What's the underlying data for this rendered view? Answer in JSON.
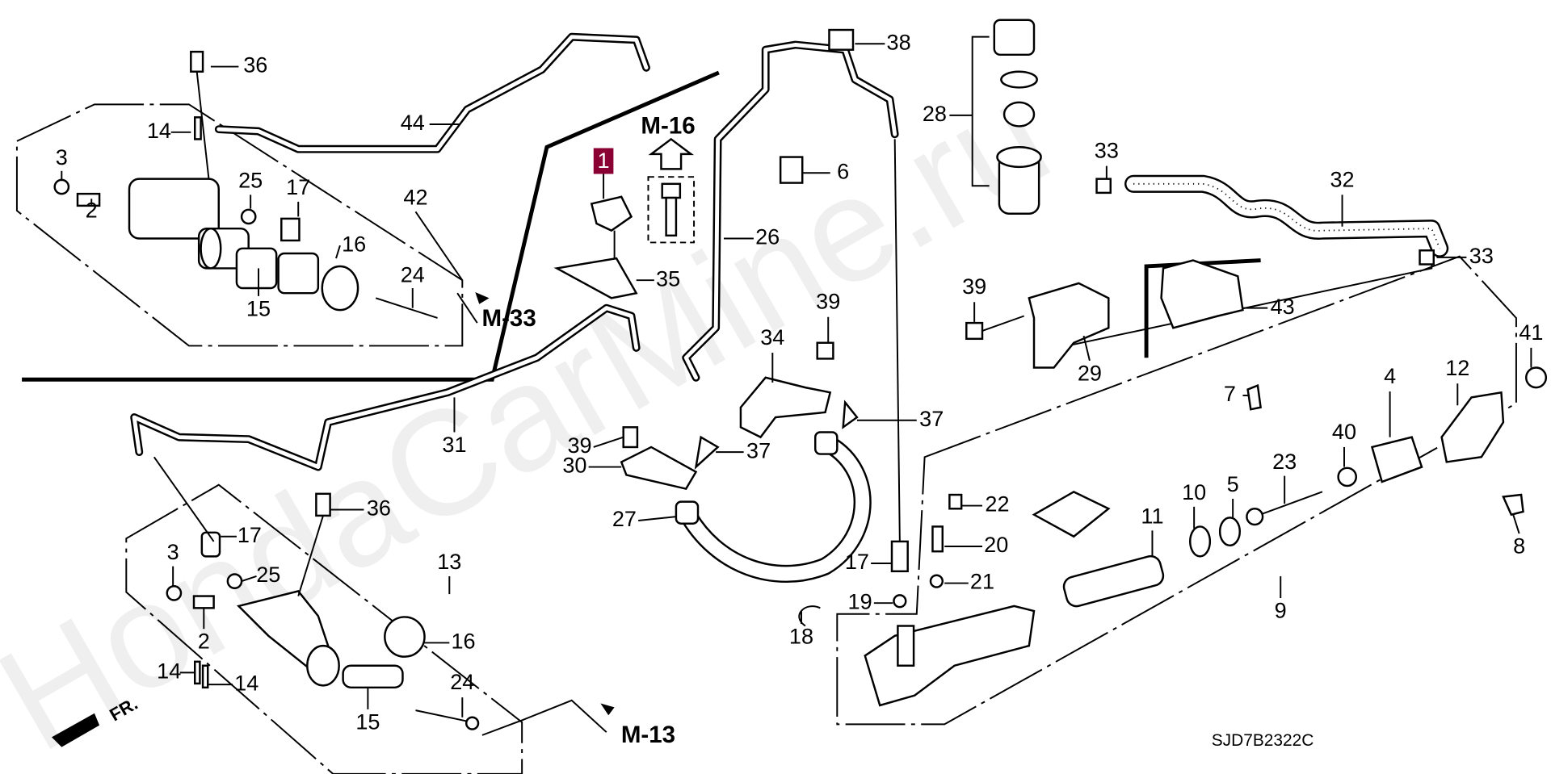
{
  "diagram_code": "SJD7B2322C",
  "watermark": "HondaCarMine.ru",
  "highlight_color": "#8b0032",
  "highlighted_part": "1",
  "references": {
    "m33": "M-33",
    "m16": "M-16",
    "m13": "M-13",
    "front": "FR."
  },
  "callouts": [
    "36",
    "44",
    "14",
    "3",
    "25",
    "17",
    "42",
    "2",
    "16",
    "24",
    "15",
    "35",
    "26",
    "38",
    "6",
    "28",
    "33",
    "32",
    "39",
    "29",
    "43",
    "33",
    "39",
    "34",
    "31",
    "39",
    "37",
    "37",
    "30",
    "27",
    "36",
    "17",
    "13",
    "3",
    "25",
    "2",
    "16",
    "14",
    "14",
    "24",
    "15",
    "22",
    "20",
    "17",
    "21",
    "19",
    "18",
    "11",
    "10",
    "5",
    "23",
    "40",
    "4",
    "12",
    "41",
    "7",
    "8",
    "9"
  ]
}
